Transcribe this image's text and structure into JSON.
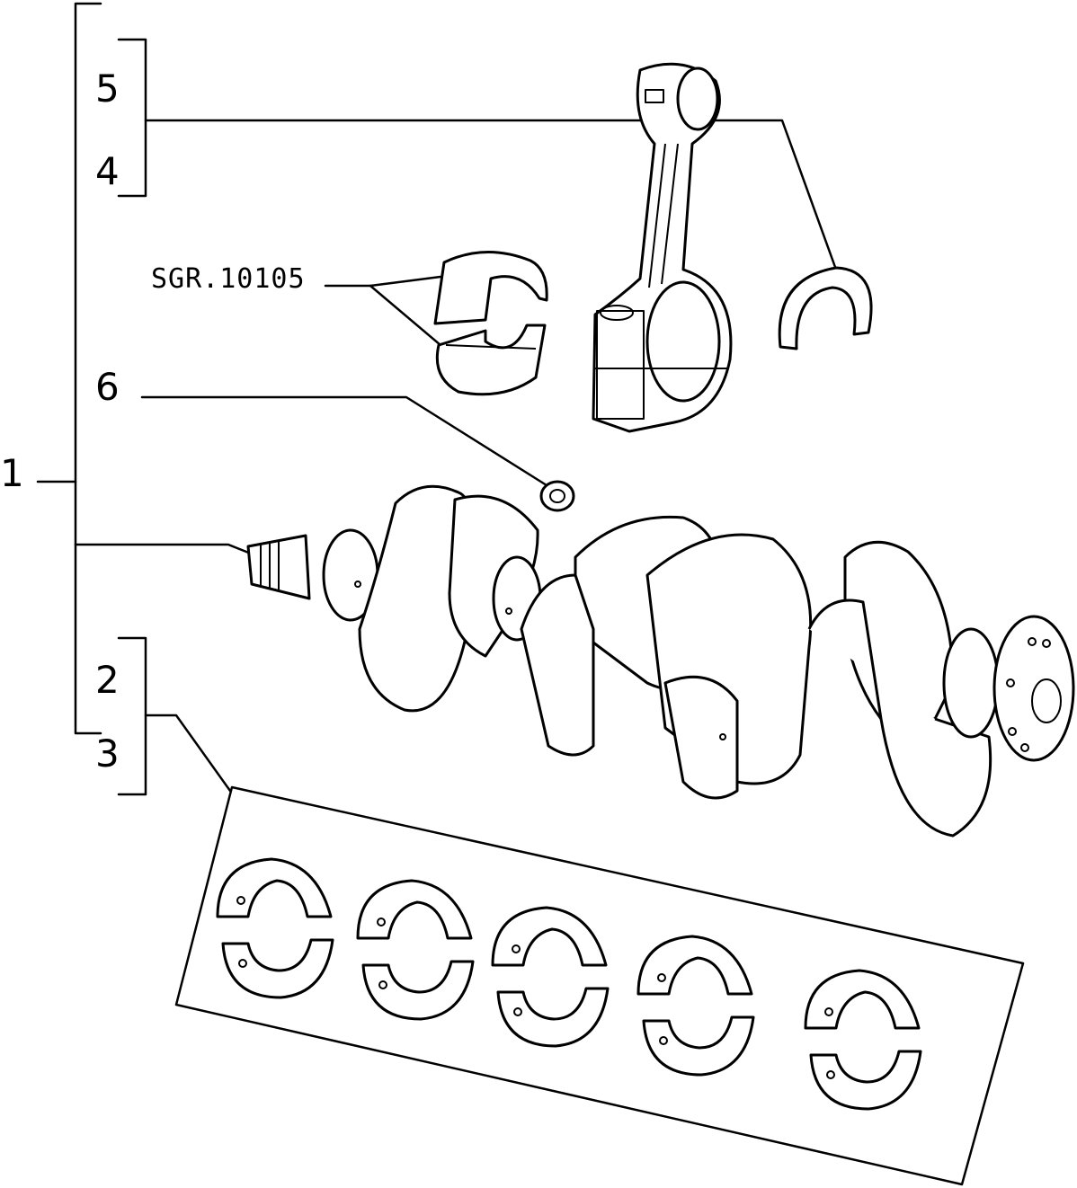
{
  "callouts": {
    "c1": "1",
    "c2": "2",
    "c3": "3",
    "c4": "4",
    "c5": "5",
    "c6": "6"
  },
  "reference_code": "SGR.10105",
  "parts": {
    "connecting_rod": "connecting-rod",
    "rod_cap_bearing": "con-rod-bearing-shell",
    "thrust_washer": "half-thrust-washer",
    "bushing": "pilot-bushing",
    "crankshaft": "crankshaft",
    "main_bearings": "main-bearing-shells-set"
  }
}
